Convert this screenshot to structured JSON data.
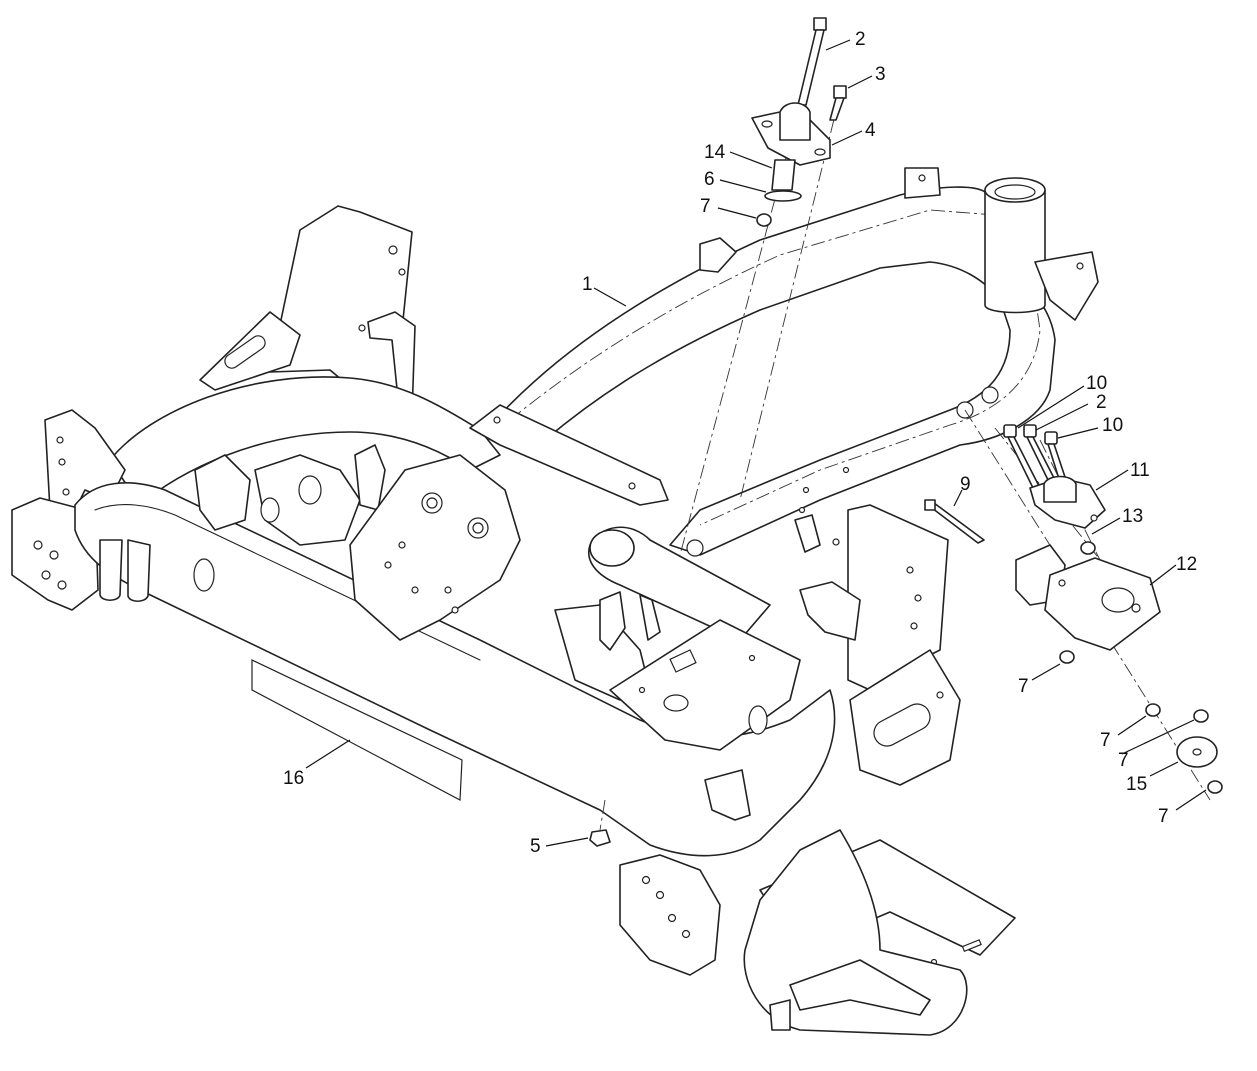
{
  "diagram": {
    "callouts": [
      {
        "label": "1"
      },
      {
        "label": "2"
      },
      {
        "label": "3"
      },
      {
        "label": "4"
      },
      {
        "label": "14"
      },
      {
        "label": "6"
      },
      {
        "label": "7"
      },
      {
        "label": "10"
      },
      {
        "label": "2"
      },
      {
        "label": "10"
      },
      {
        "label": "9"
      },
      {
        "label": "11"
      },
      {
        "label": "13"
      },
      {
        "label": "12"
      },
      {
        "label": "7"
      },
      {
        "label": "7"
      },
      {
        "label": "7"
      },
      {
        "label": "15"
      },
      {
        "label": "7"
      },
      {
        "label": "16"
      },
      {
        "label": "5"
      }
    ]
  }
}
